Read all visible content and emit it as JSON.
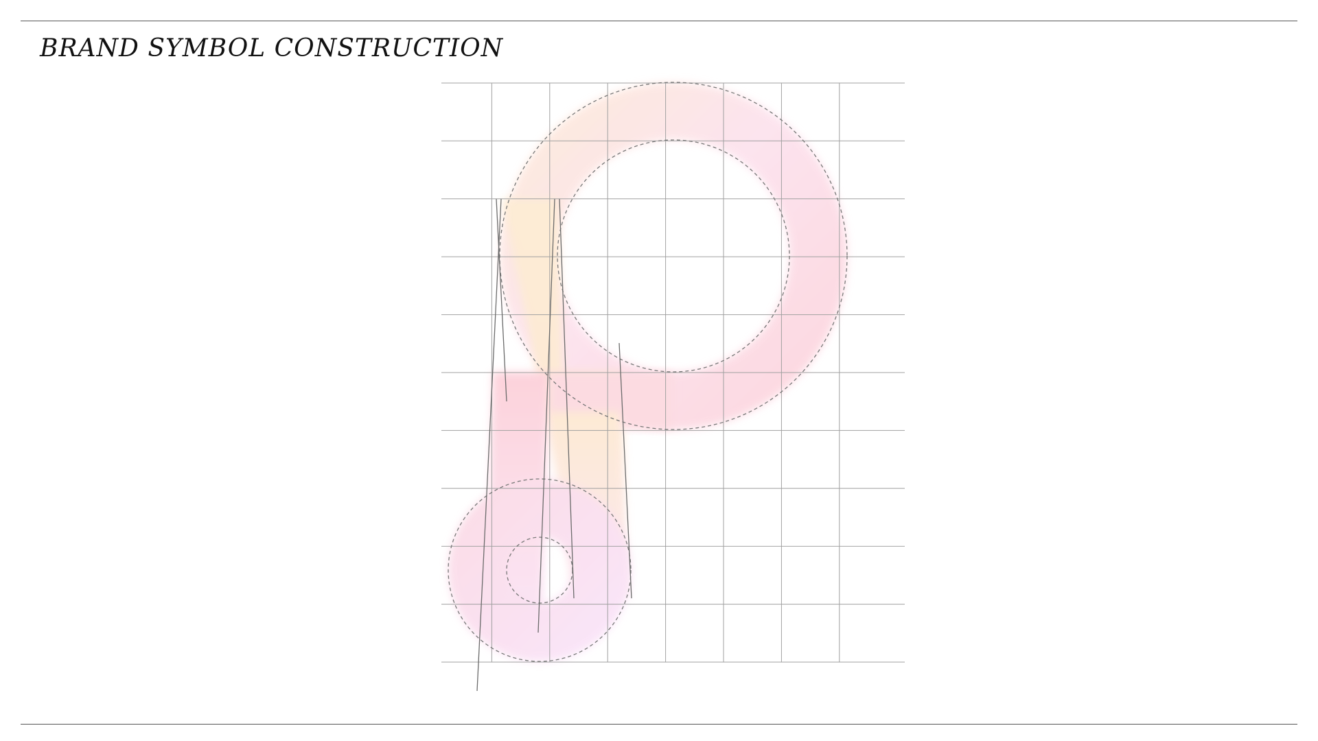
{
  "page": {
    "title": "BRAND SYMBOL CONSTRUCTION"
  },
  "colors": {
    "rule": "#555555",
    "grid": "#a0a0a0",
    "guide_circle": "#777777",
    "guide_line": "#6a6a6a",
    "peach": "#fde3c8",
    "pink": "#fcc9d4",
    "lavender": "#f9d8f1"
  },
  "construction": {
    "grid": {
      "columns": 8,
      "rows": 10
    }
  }
}
